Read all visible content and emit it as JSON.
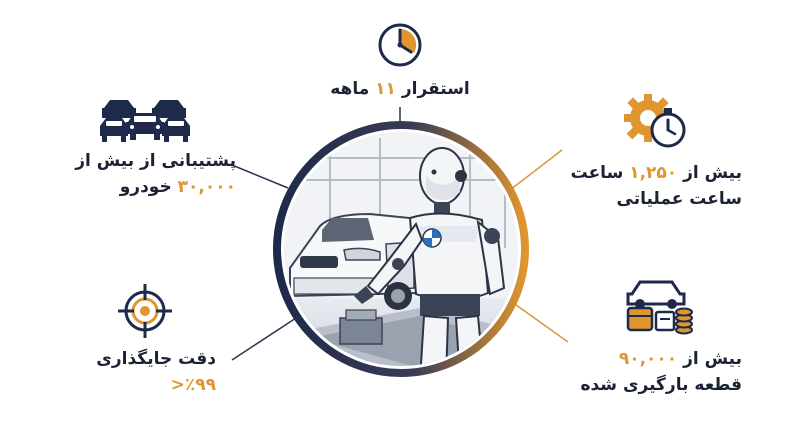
{
  "colors": {
    "navy": "#1e2a4a",
    "orange": "#e0962e",
    "text": "#1c2235"
  },
  "top": {
    "icon": "clock-icon",
    "prefix": "استقرار",
    "value": "۱۱",
    "suffix": "ماهه"
  },
  "left_top": {
    "icon": "cars-fleet-icon",
    "line1": "پشتیبانی از بیش از",
    "value": "۳۰,۰۰۰",
    "line2": "خودرو"
  },
  "left_bottom": {
    "icon": "crosshair-target-icon",
    "line1": "دقت جایگذاری",
    "value": "٪۹۹<"
  },
  "right_top": {
    "icon": "gear-stopwatch-icon",
    "line1_prefix": "بیش از",
    "value": "۱,۲۵۰",
    "line1_suffix": "ساعت",
    "line2": "ساعت عملیاتی"
  },
  "right_bottom": {
    "icon": "car-parts-coins-icon",
    "line1_prefix": "بیش از",
    "value": "۹۰,۰۰۰",
    "line2": "قطعه بارگیری شده"
  },
  "center": {
    "illustration": "humanoid-robot-assembling-car",
    "logo": "car-brand-logo"
  }
}
